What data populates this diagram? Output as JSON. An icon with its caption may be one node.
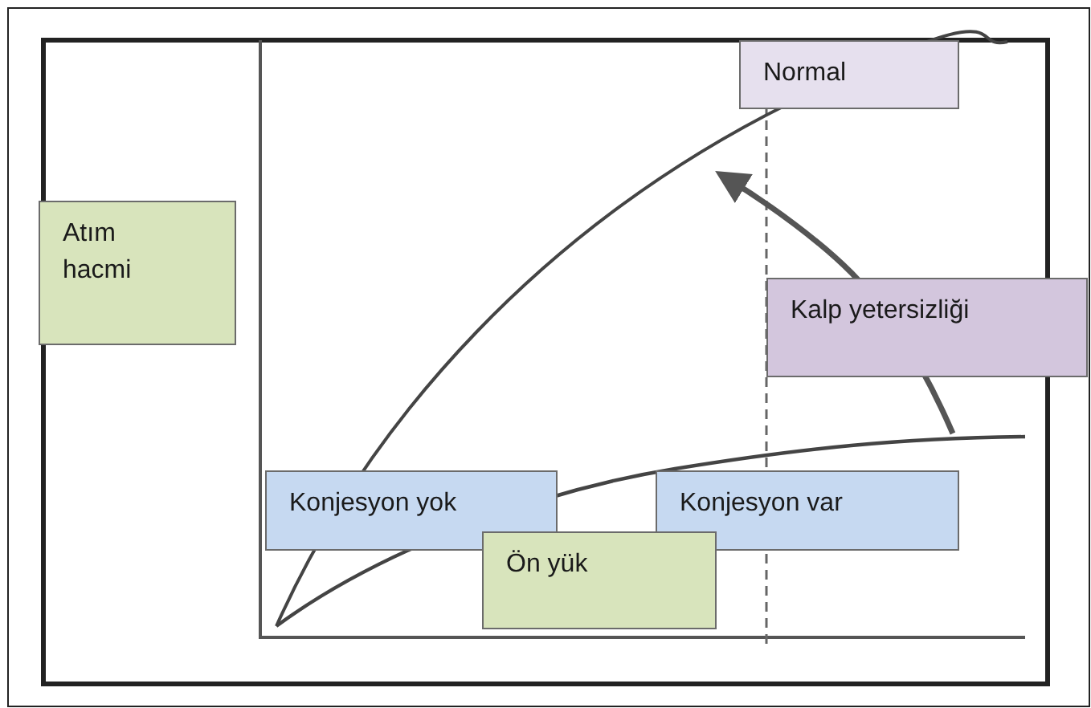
{
  "diagram": {
    "nodes": [
      {
        "text": [
          "Normal"
        ]
      },
      {
        "text": [
          "Atım hacmi"
        ]
      },
      {
        "text": [
          "Kalp yetersizliği"
        ]
      },
      {
        "text": [
          "Konjesyon yok"
        ]
      },
      {
        "text": [
          "Konjesyon var"
        ]
      },
      {
        "text": [
          "Ön yük"
        ]
      }
    ]
  }
}
